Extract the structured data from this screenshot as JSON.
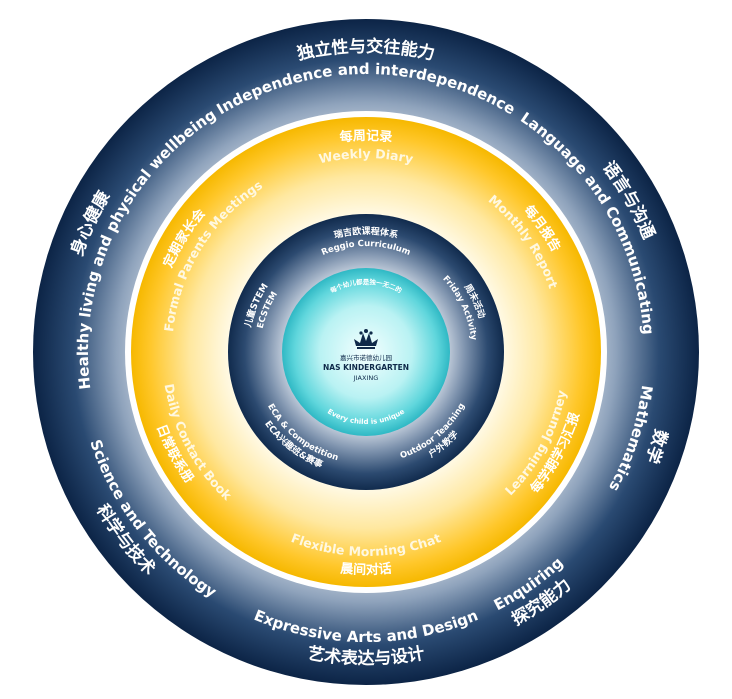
{
  "outer_ring": [
    {
      "cn": "独立性与交往能力",
      "en": "Independence and interdependence"
    },
    {
      "cn": "语言与沟通",
      "en": "Language and Communicating"
    },
    {
      "cn": "数学",
      "en": "Mathematics"
    },
    {
      "cn": "探究能力",
      "en": "Enquiring"
    },
    {
      "cn": "艺术表达与设计",
      "en": "Expressive Arts and Design"
    },
    {
      "cn": "科学与技术",
      "en": "Science and Technology"
    },
    {
      "cn": "身心健康",
      "en": "Healthy living and physical wellbeing"
    }
  ],
  "yellow_ring": [
    {
      "cn": "每周记录",
      "en": "Weekly Diary"
    },
    {
      "cn": "每月报告",
      "en": "Monthly Report"
    },
    {
      "cn": "每学期学习汇报",
      "en": "Learning Journey"
    },
    {
      "cn": "晨间对话",
      "en": "Flexible Morning Chat"
    },
    {
      "cn": "日常联系册",
      "en": "Daily Contact Book"
    },
    {
      "cn": "定期家长会",
      "en": "Formal Parents Meetings"
    }
  ],
  "inner_ring": [
    {
      "cn": "瑞吉欧课程体系",
      "en": "Reggio Curriculum"
    },
    {
      "cn": "周末活动",
      "en": "Friday Activity"
    },
    {
      "cn": "户外教学",
      "en": "Outdoor Teaching"
    },
    {
      "cn": "ECA兴趣班&赛事",
      "en": "ECA & Competition"
    },
    {
      "cn": "儿童STEM",
      "en": "ECSTEM"
    }
  ],
  "center": {
    "top_text": "每个幼儿都是独一无二的",
    "logo_icon": "crown-emblem-icon",
    "school_cn": "嘉兴市诺德幼儿园",
    "school_en": "NAS KINDERGARTEN",
    "city": "JIAXING",
    "bottom_text": "Every child is unique"
  }
}
